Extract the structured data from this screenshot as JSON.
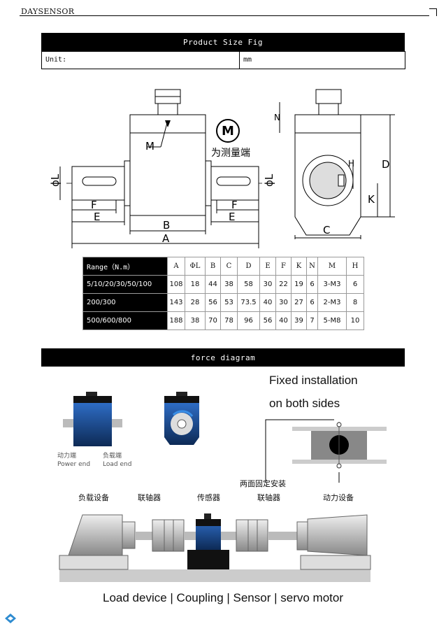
{
  "header": {
    "brand": "DAYSENSOR"
  },
  "size_section": {
    "title": "Product Size Fig",
    "unit_label": "Unit:",
    "unit_value": "mm"
  },
  "drawing": {
    "m_symbol": "M",
    "m_caption": "为测量端",
    "dims": {
      "phiL_left": "ϕL",
      "phiL_right": "ϕL",
      "F_left": "F",
      "E_left": "E",
      "B": "B",
      "A": "A",
      "F_right": "F",
      "E_right": "E",
      "M": "M",
      "N": "N",
      "H": "H",
      "D": "D",
      "K": "K",
      "C": "C"
    }
  },
  "spec_table": {
    "headers": [
      "Range（N.m）",
      "A",
      "ΦL",
      "B",
      "C",
      "D",
      "E",
      "F",
      "K",
      "N",
      "M",
      "H"
    ],
    "rows": [
      [
        "5/10/20/30/50/100",
        "108",
        "18",
        "44",
        "38",
        "58",
        "30",
        "22",
        "19",
        "6",
        "3-M3",
        "6"
      ],
      [
        "200/300",
        "143",
        "28",
        "56",
        "53",
        "73.5",
        "40",
        "30",
        "27",
        "6",
        "2-M3",
        "8"
      ],
      [
        "500/600/800",
        "188",
        "38",
        "70",
        "78",
        "96",
        "56",
        "40",
        "39",
        "7",
        "5-M8",
        "10"
      ]
    ]
  },
  "force_section": {
    "title": "force diagram",
    "fixed_line1": "Fixed installation",
    "fixed_line2": "on both sides",
    "power_cn": "动力端",
    "power_en": "Power end",
    "load_cn": "负载端",
    "load_en": "Load end",
    "both_sides_cn": "两面固定安装",
    "labels_cn": [
      "负载设备",
      "联轴器",
      "传感器",
      "联轴器",
      "动力设备"
    ],
    "caption": "Load device | Coupling | Sensor | servo motor"
  },
  "colors": {
    "sensor_blue": "#1f5aa8",
    "sensor_dark": "#0d2a55",
    "bar_black": "#000000"
  }
}
